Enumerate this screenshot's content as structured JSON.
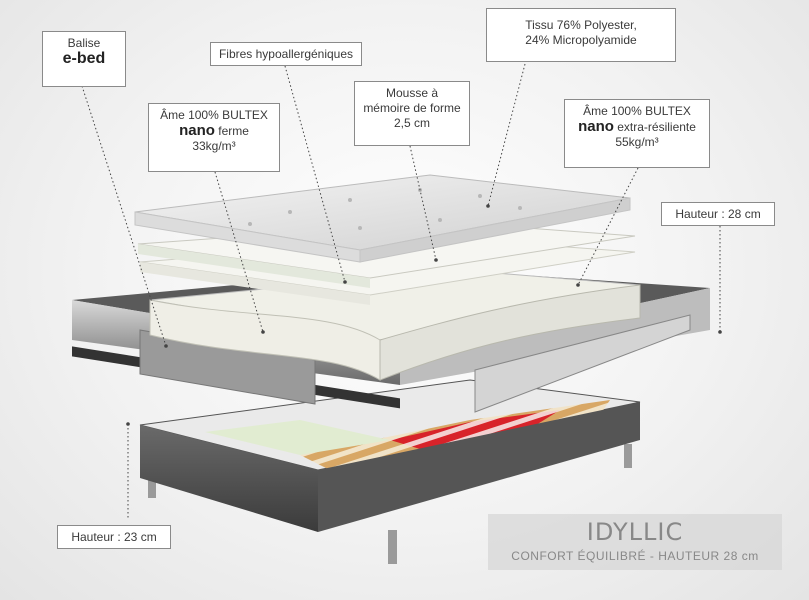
{
  "labels": {
    "balise": {
      "line1": "Balise",
      "line2": "e-bed"
    },
    "fibres": {
      "line1": "Fibres hypoallergéniques"
    },
    "tissu": {
      "line1": "Tissu 76% Polyester,",
      "line2": "24% Micropolyamide"
    },
    "ame_ferme": {
      "line1": "Âme 100% BULTEX",
      "line2_bold": "nano",
      "line2_rest": " ferme",
      "line3": "33kg/m³"
    },
    "mousse": {
      "line1": "Mousse à",
      "line2": "mémoire de forme",
      "line3": "2,5 cm"
    },
    "ame_extra": {
      "line1": "Âme 100% BULTEX",
      "line2_bold": "nano",
      "line2_rest": " extra-résiliente",
      "line3": "55kg/m³"
    },
    "hauteur_matelas": {
      "line1": "Hauteur : 28 cm"
    },
    "hauteur_sommier": {
      "line1": "Hauteur : 23 cm"
    }
  },
  "product": {
    "name": "IDYLLIC",
    "subtitle": "CONFORT ÉQUILIBRÉ - HAUTEUR 28 cm"
  },
  "colors": {
    "frame_dark": "#4a4a4a",
    "slat_red": "#d8232a",
    "slat_wood": "#d8a765",
    "quilt": "#e9e9e9",
    "foam": "#f3f3ea"
  }
}
